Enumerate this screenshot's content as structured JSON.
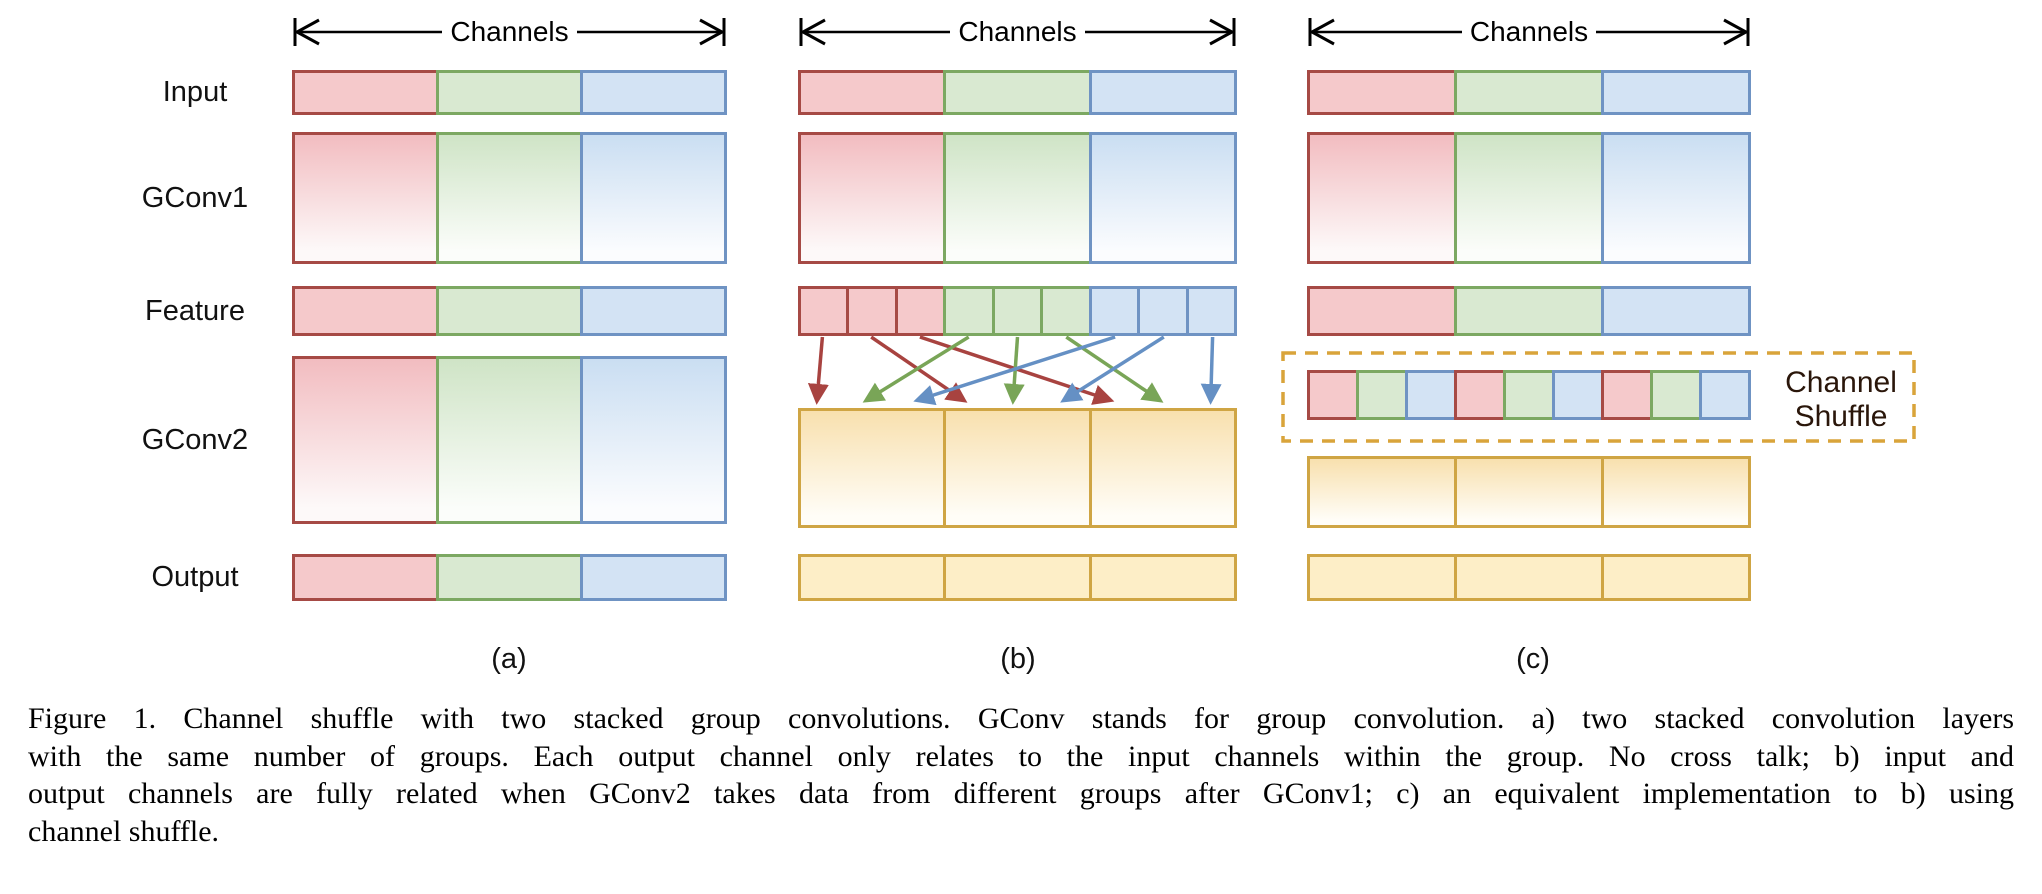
{
  "figure": {
    "channels_arrow_label": "Channels",
    "row_labels": [
      "Input",
      "GConv1",
      "Feature",
      "GConv2",
      "Output"
    ],
    "group_order": [
      "red",
      "green",
      "blue"
    ],
    "panel_labels": [
      "(a)",
      "(b)",
      "(c)"
    ],
    "channel_shuffle_label": {
      "line1": "Channel",
      "line2": "Shuffle"
    },
    "colors": {
      "red_fill": "#f5c9cb",
      "red_border": "#a64a45",
      "green_fill": "#d9e9d1",
      "green_border": "#7ca862",
      "blue_fill": "#d3e3f4",
      "blue_border": "#6f93c3",
      "yellow_fill": "#fdeec7",
      "yellow_border": "#cfa544",
      "dashed_box_border": "#d9a43a",
      "channels_arrow_line": "#000000",
      "shuffle_label_text": "#2a160a",
      "arrow_red": "#a84340",
      "arrow_green": "#79a557",
      "arrow_blue": "#6590c4"
    },
    "panels": [
      {
        "id": "a",
        "label": "(a)"
      },
      {
        "id": "b",
        "label": "(b)",
        "feature_split": [
          "red",
          "red",
          "red",
          "green",
          "green",
          "green",
          "blue",
          "blue",
          "blue"
        ],
        "gconv2_blocks": [
          "yellow",
          "yellow",
          "yellow"
        ],
        "output_blocks": [
          "yellow",
          "yellow",
          "yellow"
        ],
        "arrows": [
          {
            "from": 0,
            "to": 0,
            "color": "red"
          },
          {
            "from": 1,
            "to": 1,
            "color": "red"
          },
          {
            "from": 2,
            "to": 2,
            "color": "red"
          },
          {
            "from": 3,
            "to": 0,
            "color": "green"
          },
          {
            "from": 4,
            "to": 1,
            "color": "green"
          },
          {
            "from": 5,
            "to": 2,
            "color": "green"
          },
          {
            "from": 6,
            "to": 0,
            "color": "blue"
          },
          {
            "from": 7,
            "to": 1,
            "color": "blue"
          },
          {
            "from": 8,
            "to": 2,
            "color": "blue"
          }
        ]
      },
      {
        "id": "c",
        "label": "(c)",
        "shuffle_order": [
          "red",
          "green",
          "blue",
          "red",
          "green",
          "blue",
          "red",
          "green",
          "blue"
        ],
        "gconv2_blocks": [
          "yellow",
          "yellow",
          "yellow"
        ],
        "output_blocks": [
          "yellow",
          "yellow",
          "yellow"
        ]
      }
    ]
  },
  "caption": {
    "lines": [
      "Figure 1. Channel shuffle with two stacked group convolutions. GConv stands for group convolution. a) two stacked convolution layers",
      "with the same number of groups. Each output channel only relates to the input channels within the group. No cross talk; b) input and",
      "output channels are fully related when GConv2 takes data from different groups after GConv1; c) an equivalent implementation to b) using",
      "channel shuffle."
    ]
  }
}
